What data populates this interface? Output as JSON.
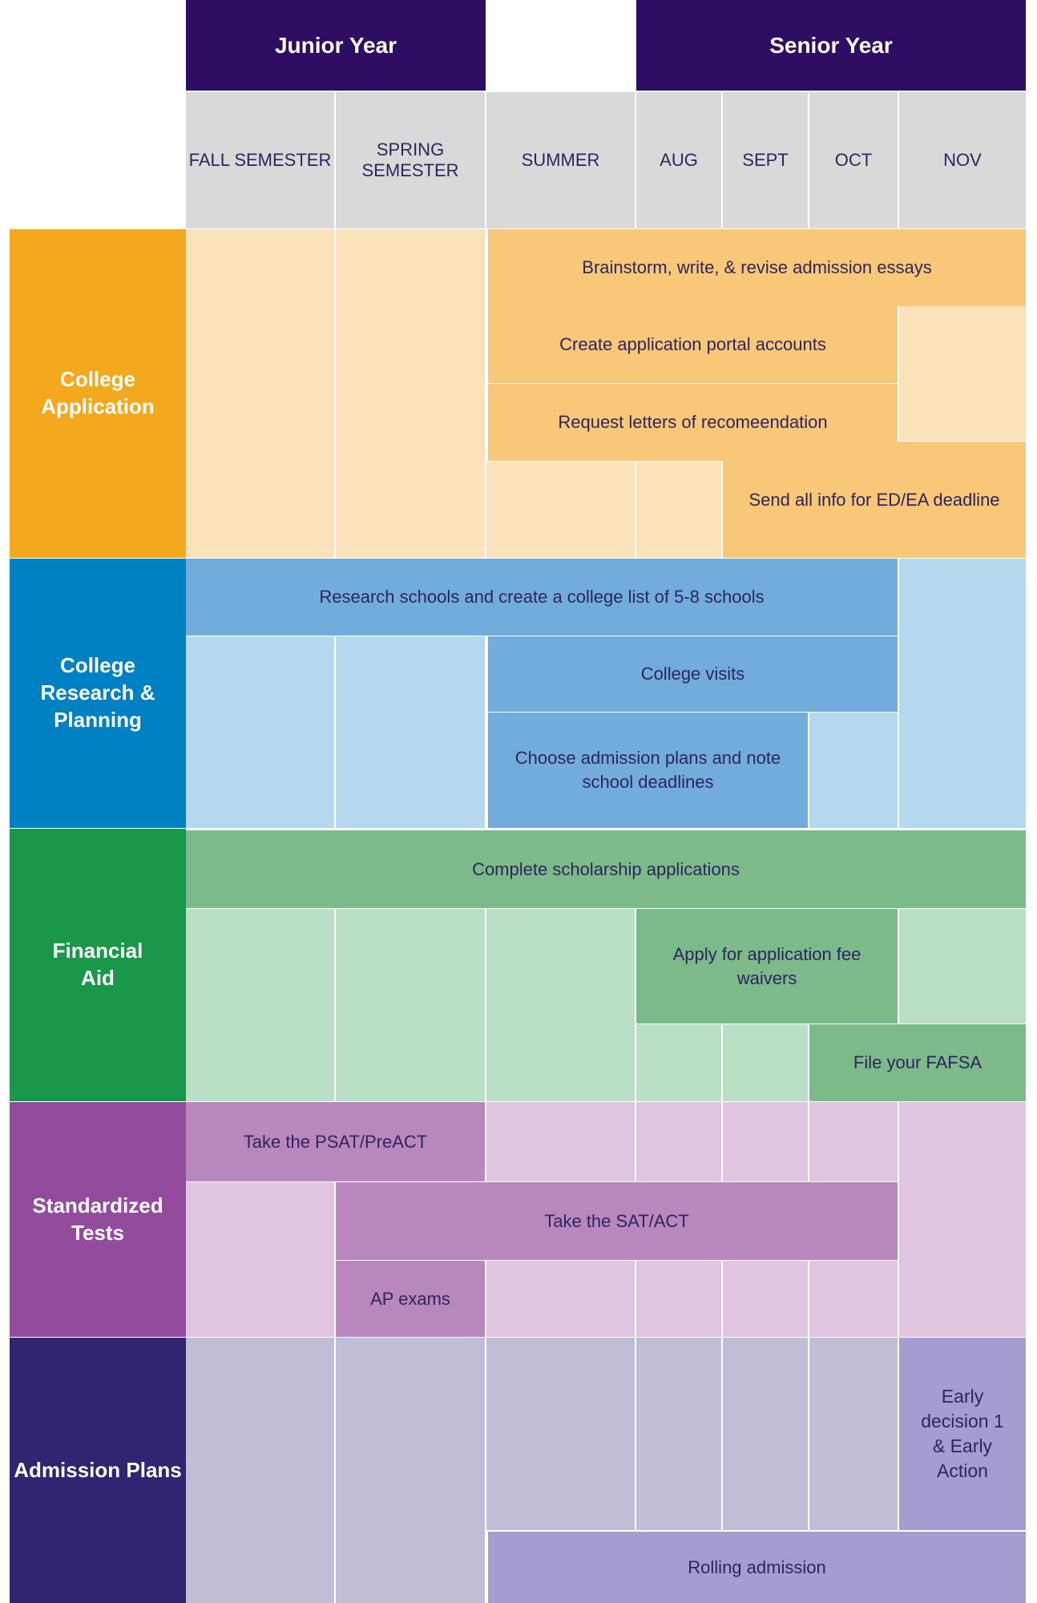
{
  "header": {
    "junior_year": "Junior Year",
    "senior_year": "Senior Year",
    "columns": [
      "FALL SEMESTER",
      "SPRING SEMESTER",
      "SUMMER",
      "AUG",
      "SEPT",
      "OCT",
      "NOV"
    ]
  },
  "rows": {
    "college_application": {
      "label": "College Application",
      "color": "#f3a81e",
      "tasks": [
        "Brainstorm, write, & revise admission essays",
        "Create application portal accounts",
        "Request letters of recomeendation",
        "Send all info for ED/EA deadline"
      ]
    },
    "college_research": {
      "label": "College Research & Planning",
      "color": "#0081c4",
      "tasks": [
        "Research schools and create a college list of 5-8 schools",
        "College visits",
        "Choose admission plans and note school deadlines"
      ]
    },
    "financial_aid": {
      "label": "Financial Aid",
      "color": "#1a9849",
      "tasks": [
        "Complete scholarship applications",
        "Apply for application fee waivers",
        "File your FAFSA"
      ]
    },
    "standardized_tests": {
      "label": "Standardized Tests",
      "color": "#934c9d",
      "tasks": [
        "Take the PSAT/PreACT",
        "Take the SAT/ACT",
        "AP exams"
      ]
    },
    "admission_plans": {
      "label": "Admission Plans",
      "color": "#312470",
      "tasks": [
        "Early decision 1 & Early Action",
        "Rolling admission"
      ]
    }
  }
}
